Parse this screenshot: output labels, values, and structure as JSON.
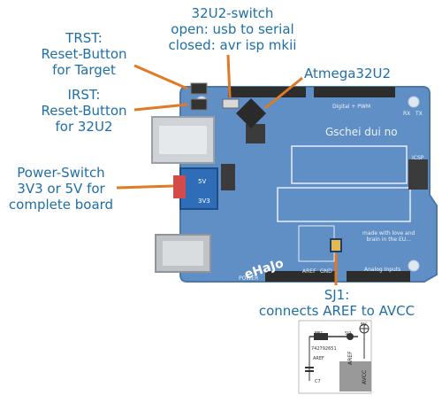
{
  "labels": {
    "trst": {
      "line1": "TRST:",
      "line2": "Reset-Button",
      "line3": "for Target"
    },
    "irst": {
      "line1": "IRST:",
      "line2": "Reset-Button",
      "line3": "for 32U2"
    },
    "switch32u2": {
      "line1": "32U2-switch",
      "line2": "open: usb to serial",
      "line3": "closed: avr isp mkii"
    },
    "atmega": {
      "line1": "Atmega32U2"
    },
    "power": {
      "line1": "Power-Switch",
      "line2": "3V3 or 5V for",
      "line3": "complete board"
    },
    "sj1": {
      "line1": "SJ1:",
      "line2": "connects AREF to AVCC"
    }
  },
  "board": {
    "brand": "eHaJo",
    "name": "Gschei dui no",
    "tagline1": "made with love and",
    "tagline2": "brain in the EU...",
    "power_header": "POWER",
    "analog_header": "Analog Inputs",
    "digital_header": "Digital + PWM",
    "switch_3v3": "3V3",
    "switch_5v": "5V",
    "aref": "AREF",
    "gnd": "GND",
    "icsp": "ICSP",
    "rx": "RX",
    "tx": "TX"
  },
  "schematic": {
    "fb": "FB1",
    "fb_part": "742792651",
    "sj": "SJ1",
    "aref": "AREF",
    "avcc": "AVCC",
    "c": "C7",
    "vcc": "5V"
  },
  "colors": {
    "label": "#1f6fa6",
    "arrow": "#e07a24",
    "board": "#5f8fc4",
    "board_dark": "#4a78ad",
    "header": "#2d2d2d"
  }
}
